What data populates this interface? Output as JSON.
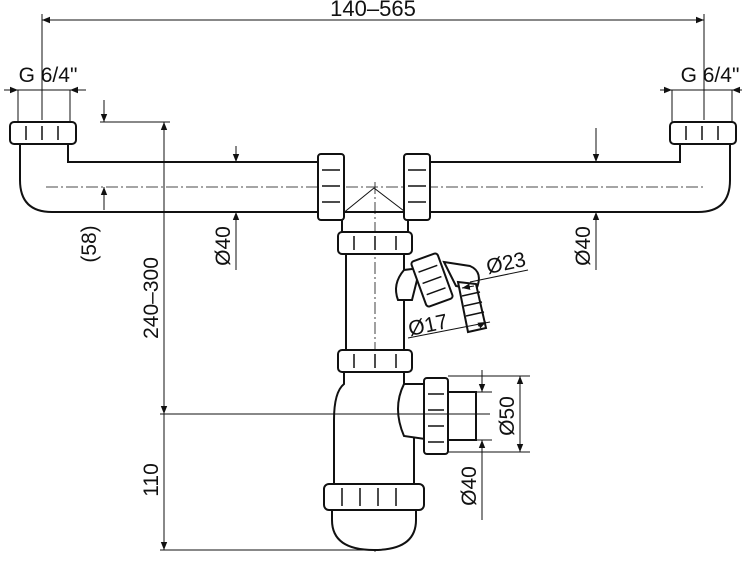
{
  "colors": {
    "line": "#111111",
    "background": "#ffffff"
  },
  "dimensions": {
    "width_range": "140–565",
    "thread_left": "G 6/4\"",
    "thread_right": "G 6/4\"",
    "drop_58": "(58)",
    "dia_40_left": "Ø40",
    "dia_40_right": "Ø40",
    "height_range": "240–300",
    "height_110": "110",
    "dia_23": "Ø23",
    "dia_17": "Ø17",
    "dia_50": "Ø50",
    "dia_40_outlet": "Ø40"
  }
}
